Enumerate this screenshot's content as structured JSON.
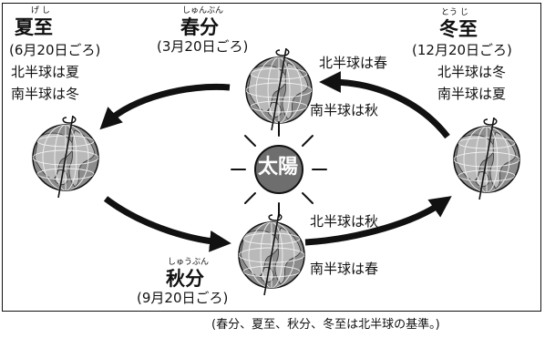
{
  "summer": {
    "ruby": "げ し",
    "title": "夏至",
    "date": "(6月20日ごろ)",
    "north": "北半球は夏",
    "south": "南半球は冬"
  },
  "spring": {
    "ruby": "しゅんぶん",
    "title": "春分",
    "date": "(3月20日ごろ)",
    "north": "北半球は春",
    "south": "南半球は秋"
  },
  "winter": {
    "ruby": "とう じ",
    "title": "冬至",
    "date": "(12月20日ごろ)",
    "north": "北半球は冬",
    "south": "南半球は夏"
  },
  "autumn": {
    "ruby": "しゅうぶん",
    "title": "秋分",
    "date": "(9月20日ごろ)",
    "north": "北半球は秋",
    "south": "南半球は春"
  },
  "sun": {
    "label": "太陽"
  },
  "footnote": "(春分、夏至、秋分、冬至は北半球の基準。)",
  "colors": {
    "ink": "#111111",
    "sun_fill": "#6e6e6e",
    "globe_fill": "#8c8c8c",
    "land_fill": "#b9b9b9"
  }
}
